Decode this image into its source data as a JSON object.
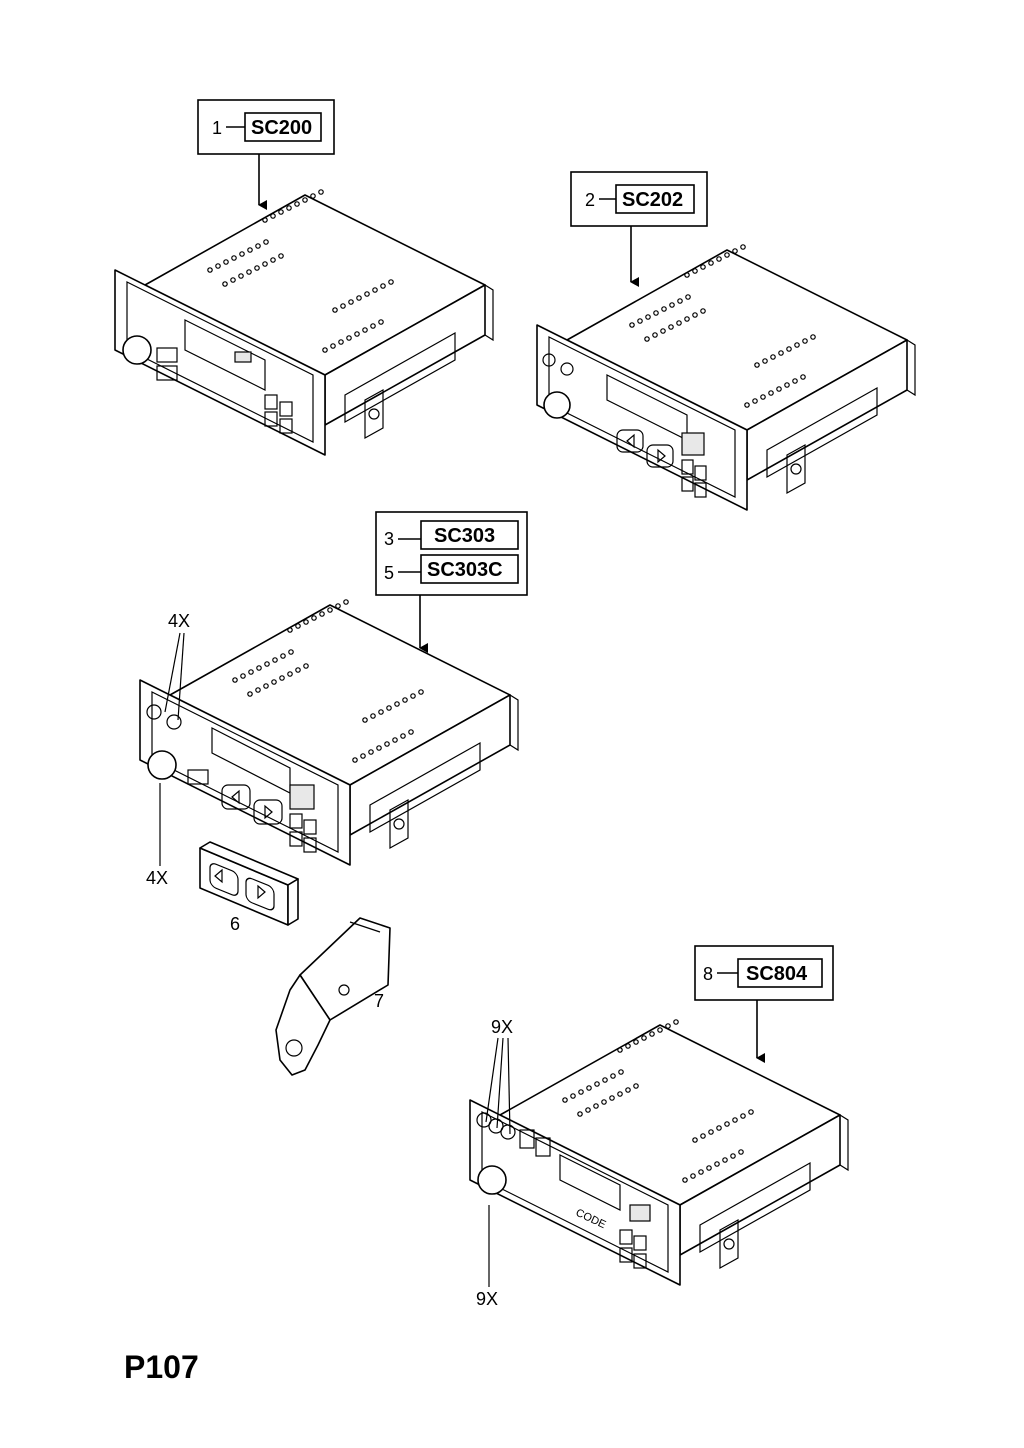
{
  "callouts": {
    "c1": {
      "num": "1",
      "code": "SC200"
    },
    "c2": {
      "num": "2",
      "code": "SC202"
    },
    "c3": {
      "num": "3",
      "code": "SC303"
    },
    "c5": {
      "num": "5",
      "code": "SC303C"
    },
    "c8": {
      "num": "8",
      "code": "SC804"
    }
  },
  "part_labels": {
    "p4x_top": "4X",
    "p4x_bottom": "4X",
    "p6": "6",
    "p7": "7",
    "p9x_top": "9X",
    "p9x_bottom": "9X"
  },
  "display_text": "CODE",
  "page_ref": "P107"
}
